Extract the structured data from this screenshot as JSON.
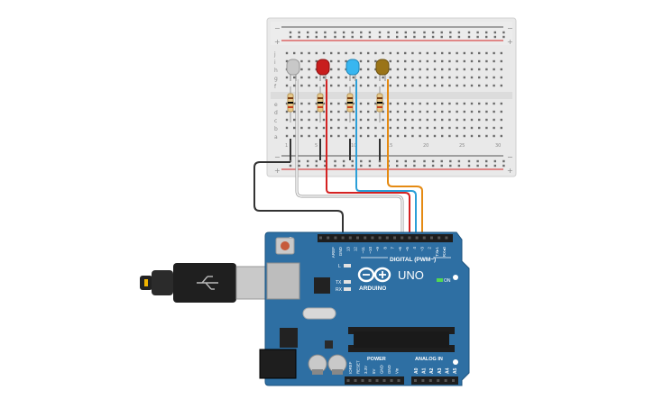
{
  "breadboard": {
    "rail_plus": "+",
    "rail_minus": "−",
    "row_labels_top": [
      "j",
      "i",
      "h",
      "g",
      "f"
    ],
    "row_labels_bottom": [
      "e",
      "d",
      "c",
      "b",
      "a"
    ],
    "column_numbers": [
      "1",
      "5",
      "10",
      "15",
      "20",
      "25",
      "30"
    ]
  },
  "leds": [
    {
      "name": "led-white",
      "color": "#c8c8c8"
    },
    {
      "name": "led-red",
      "color": "#d42222"
    },
    {
      "name": "led-blue",
      "color": "#38b6f0"
    },
    {
      "name": "led-yellow",
      "color": "#a07c1e"
    }
  ],
  "wires": [
    {
      "name": "wire-ground",
      "color": "#333333"
    },
    {
      "name": "wire-white",
      "color": "#f2f2f2"
    },
    {
      "name": "wire-red",
      "color": "#d42222"
    },
    {
      "name": "wire-blue",
      "color": "#2b9fd8"
    },
    {
      "name": "wire-orange",
      "color": "#e58a12"
    }
  ],
  "arduino": {
    "board_color": "#2e6fa3",
    "brand": "ARDUINO",
    "model": "UNO",
    "digital_label": "DIGITAL (PWM~)",
    "power_label": "POWER",
    "analog_label": "ANALOG IN",
    "on_label": "ON",
    "led_labels": [
      "L",
      "TX",
      "RX"
    ],
    "digital_pins_top": [
      "AREF",
      "GND",
      "13",
      "12",
      "~11",
      "~10",
      "~9",
      "8",
      "7",
      "~6",
      "~5",
      "4",
      "~3",
      "2",
      "TX▸1",
      "RX◂0"
    ],
    "power_pins": [
      "IOREF",
      "RESET",
      "3.3V",
      "5V",
      "GND",
      "GND",
      "Vin"
    ],
    "analog_pins": [
      "A0",
      "A1",
      "A2",
      "A3",
      "A4",
      "A5"
    ]
  }
}
